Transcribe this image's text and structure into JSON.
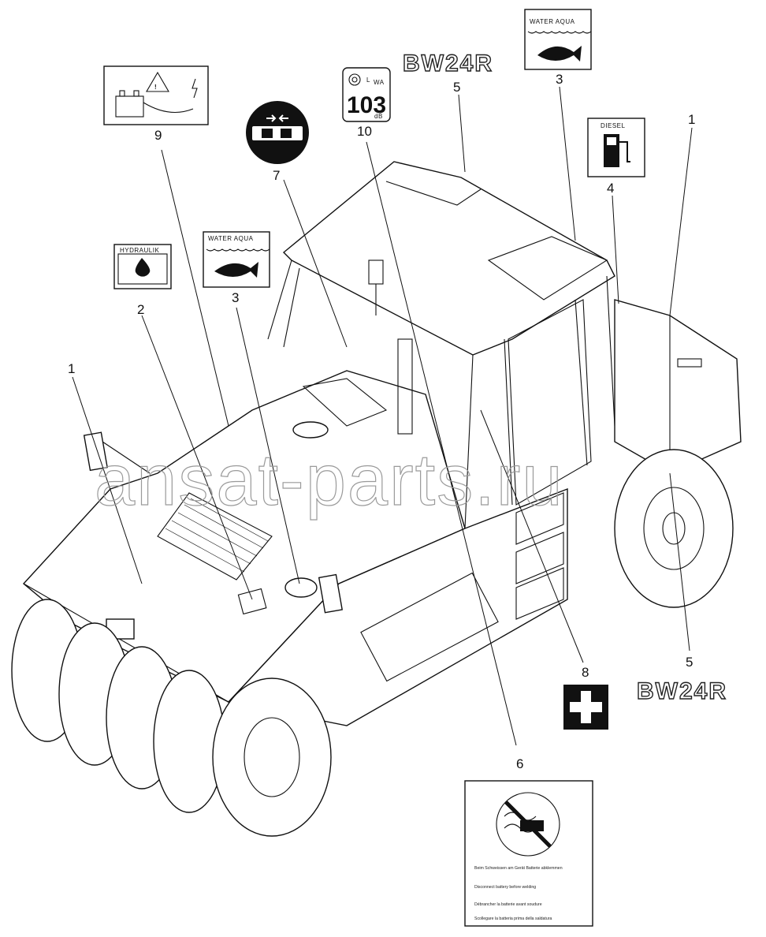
{
  "watermark": "ansat-parts.ru",
  "callouts": {
    "c1_left": "1",
    "c1_right": "1",
    "c2": "2",
    "c3_left": "3",
    "c3_top": "3",
    "c4": "4",
    "c5_top": "5",
    "c5_right": "5",
    "c6": "6",
    "c7": "7",
    "c8": "8",
    "c9": "9",
    "c10": "10"
  },
  "decals": {
    "model_name_top": "BW24R",
    "model_name_right": "BW24R",
    "water_top": "WATER AQUA",
    "water_left": "WATER AQUA",
    "hydraulik": "HYDRAULIK",
    "diesel": "DIESEL",
    "noise_value": "103",
    "noise_unit": "dB",
    "noise_label": "L",
    "noise_sub": "WA"
  },
  "warning_text": {
    "line1": "Beim Schweissen am Gerät Batterie abklemmen",
    "line2": "Disconnect battery before welding",
    "line3": "Débrancher la batterie avant soudure",
    "line4": "Scollegare la batteria prima della saldatura"
  },
  "icons": [
    "battery-warning-icon",
    "seatbelt-icon",
    "noise-level-icon",
    "fish-icon",
    "fuel-pump-icon",
    "first-aid-icon",
    "no-spray-icon",
    "oil-drop-icon"
  ]
}
